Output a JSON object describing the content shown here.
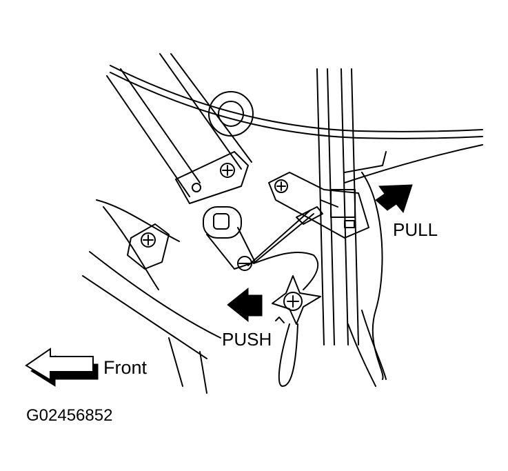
{
  "labels": {
    "pull": "PULL",
    "push": "PUSH",
    "front": "Front",
    "figure_id": "G02456852"
  },
  "colors": {
    "line": "#000000",
    "background": "#ffffff",
    "arrow_fill": "#000000"
  },
  "icons": {
    "front_arrow": "hollow-left-arrow-icon",
    "pull_arrow": "solid-arrow-up-right-icon",
    "push_arrow": "solid-arrow-left-icon"
  }
}
